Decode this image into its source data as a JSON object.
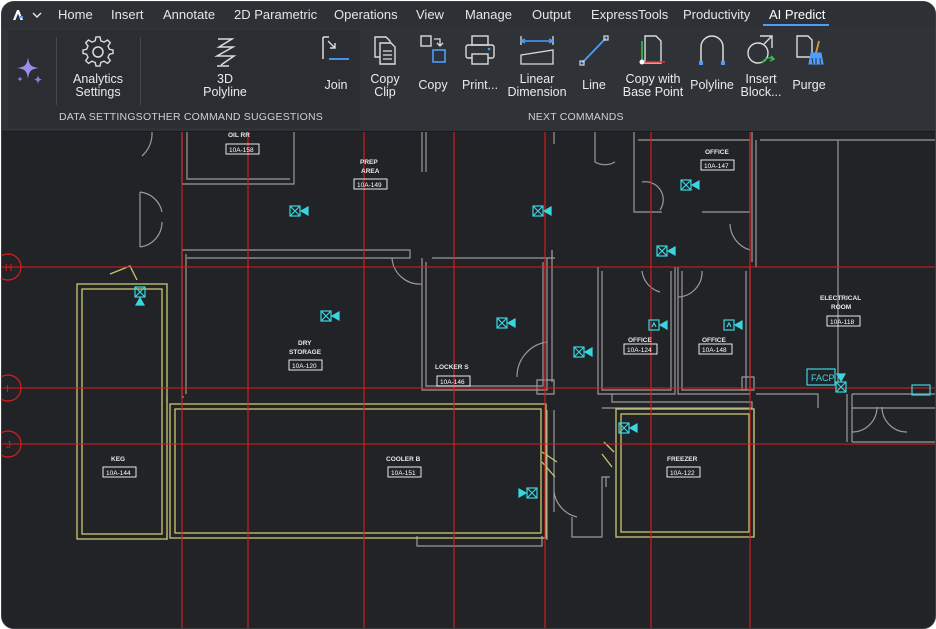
{
  "menubar": {
    "tabs": [
      {
        "label": "Home"
      },
      {
        "label": "Insert"
      },
      {
        "label": "Annotate"
      },
      {
        "label": "2D Parametric"
      },
      {
        "label": "Operations"
      },
      {
        "label": "View"
      },
      {
        "label": "Manage"
      },
      {
        "label": "Output"
      },
      {
        "label": "ExpressTools"
      },
      {
        "label": "Productivity"
      },
      {
        "label": "AI Predict"
      }
    ],
    "active_tab": "AI Predict"
  },
  "ribbon": {
    "data_settings": {
      "label": "DATA SETTINGS",
      "analytics_line1": "Analytics",
      "analytics_line2": "Settings"
    },
    "other_suggestions": {
      "label": "OTHER COMMAND SUGGESTIONS",
      "polyline3d_line1": "3D",
      "polyline3d_line2": "Polyline"
    },
    "next_commands": {
      "label": "NEXT COMMANDS",
      "join": "Join",
      "copyclip_line1": "Copy",
      "copyclip_line2": "Clip",
      "copy": "Copy",
      "print": "Print...",
      "lineardim_line1": "Linear",
      "lineardim_line2": "Dimension",
      "line": "Line",
      "copybase_line1": "Copy with",
      "copybase_line2": "Base Point",
      "polyline": "Polyline",
      "insertblock_line1": "Insert",
      "insertblock_line2": "Block...",
      "purge": "Purge"
    }
  },
  "drawing": {
    "grid_labels": {
      "h": "H",
      "i": "I",
      "j": "J"
    },
    "rooms": {
      "oil": {
        "name": "OIL RR",
        "tag": "10A-158"
      },
      "prep": {
        "name1": "PREP",
        "name2": "AREA",
        "tag": "10A-149"
      },
      "office_top": {
        "name": "OFFICE",
        "tag": "10A-147"
      },
      "dry": {
        "name1": "DRY",
        "name2": "STORAGE",
        "tag": "10A-120"
      },
      "lockers": {
        "name": "LOCKER S",
        "tag": "10A-146"
      },
      "office_a": {
        "name": "OFFICE",
        "tag": "10A-124"
      },
      "office_b": {
        "name": "OFFICE",
        "tag": "10A-148"
      },
      "electrical": {
        "name1": "ELECTRICAL",
        "name2": "ROOM",
        "tag": "10A-118"
      },
      "keg": {
        "name": "KEG",
        "tag": "10A-144"
      },
      "cooler": {
        "name": "COOLER B",
        "tag": "10A-151"
      },
      "freezer": {
        "name": "FREEZER",
        "tag": "10A-122"
      }
    },
    "facp": "FACP"
  },
  "colors": {
    "accent": "#4a9eff",
    "gridline": "#e01b1b",
    "wall": "#9a9a9a",
    "cooler": "#c8c870",
    "device": "#3ad6e0"
  }
}
